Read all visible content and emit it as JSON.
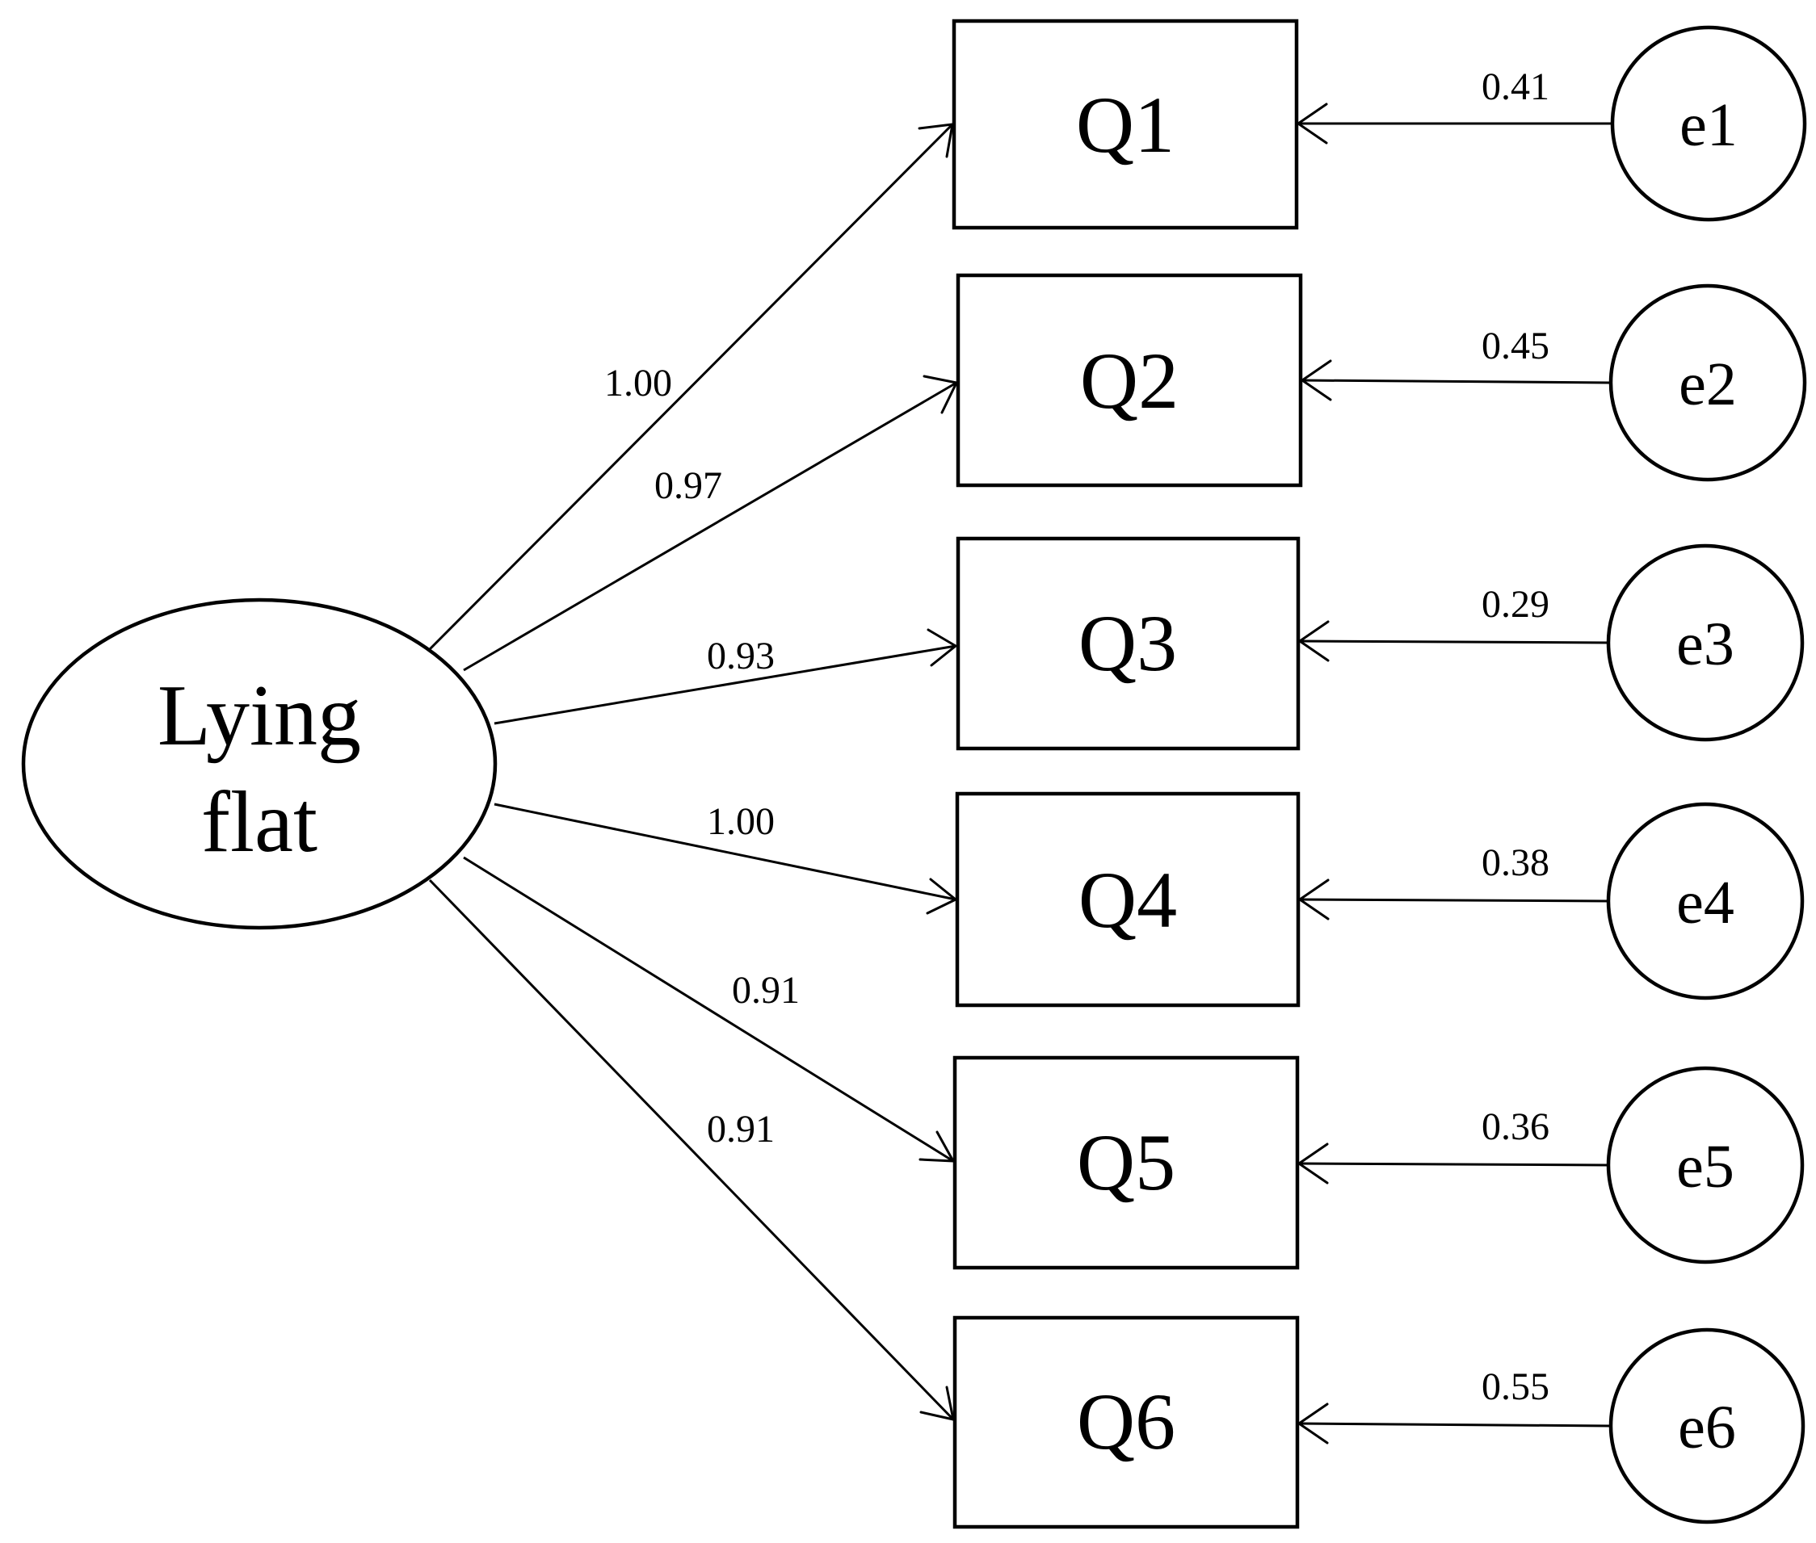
{
  "latent": {
    "label_line1": "Lying",
    "label_line2": "flat"
  },
  "indicators": [
    {
      "label": "Q1",
      "loading": "1.00",
      "error_label": "e1",
      "error_weight": "0.41"
    },
    {
      "label": "Q2",
      "loading": "0.97",
      "error_label": "e2",
      "error_weight": "0.45"
    },
    {
      "label": "Q3",
      "loading": "0.93",
      "error_label": "e3",
      "error_weight": "0.29"
    },
    {
      "label": "Q4",
      "loading": "1.00",
      "error_label": "e4",
      "error_weight": "0.38"
    },
    {
      "label": "Q5",
      "loading": "0.91",
      "error_label": "e5",
      "error_weight": "0.36"
    },
    {
      "label": "Q6",
      "loading": "0.91",
      "error_label": "e6",
      "error_weight": "0.55"
    }
  ]
}
